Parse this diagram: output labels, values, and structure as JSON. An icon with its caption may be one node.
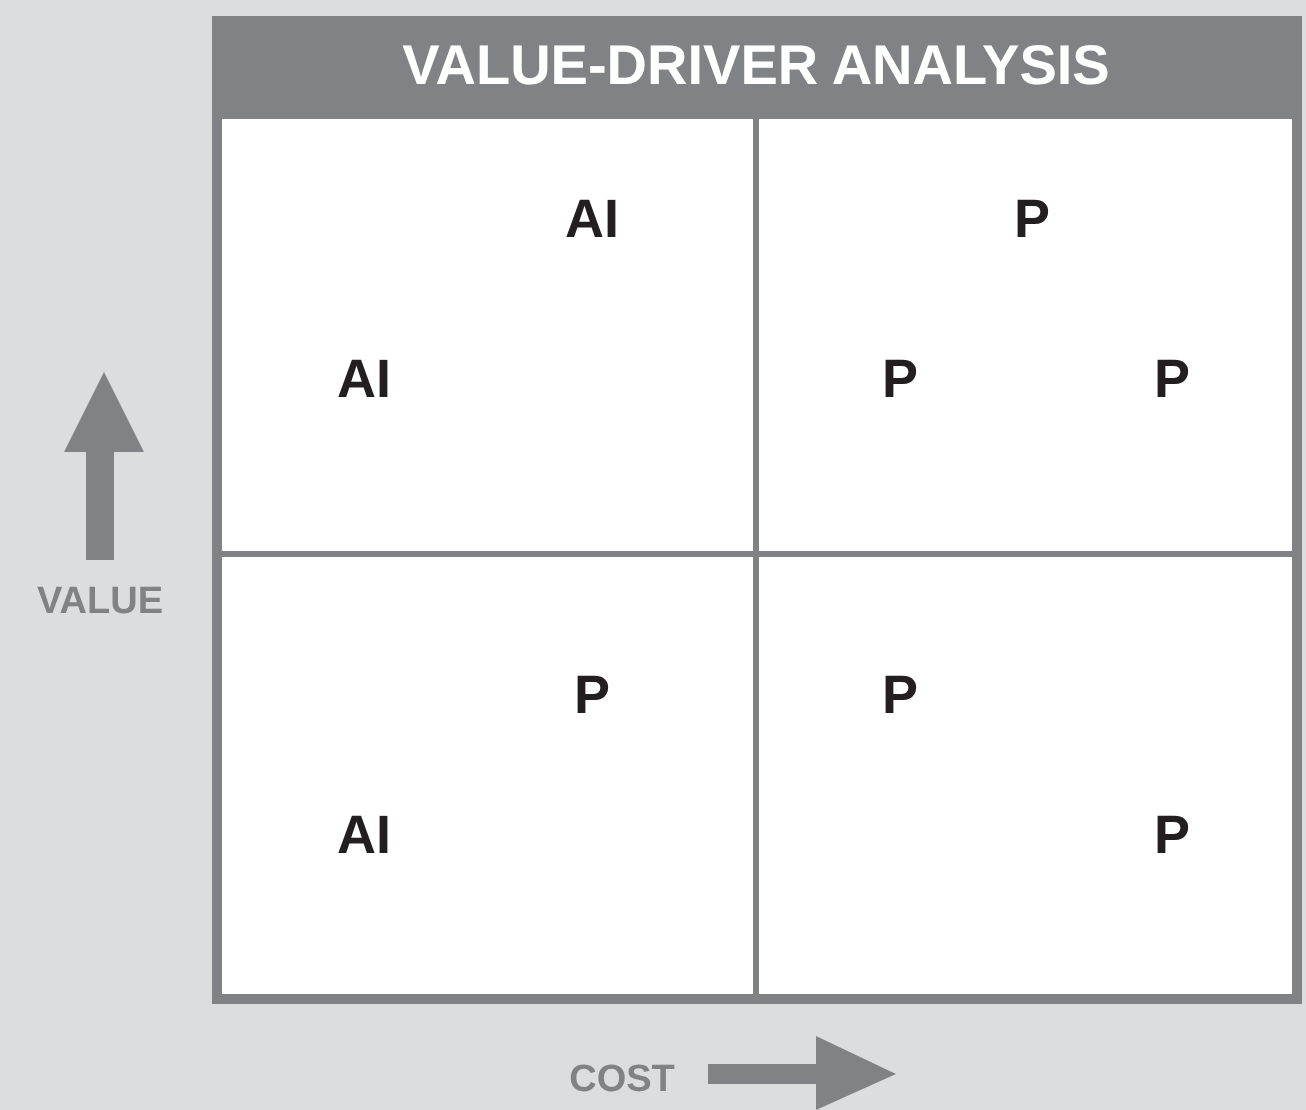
{
  "diagram": {
    "title": "VALUE-DRIVER ANALYSIS",
    "labels": [
      "AI",
      "P",
      "AI",
      "P",
      "P",
      "P",
      "P",
      "AI",
      "P",
      "VALUE",
      "COST"
    ]
  }
}
